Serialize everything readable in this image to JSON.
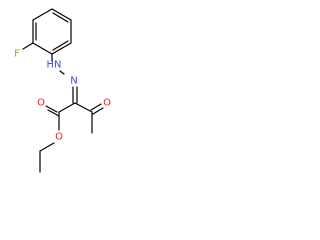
{
  "structure": {
    "atoms": {
      "fluorine": "F",
      "hydrazone_nh": "HN",
      "hydrazone_n": "N",
      "ester_carbonyl_o": "O",
      "ester_o": "O",
      "ketone_o": "O"
    },
    "colors": {
      "bond": "#000000",
      "fluorine": "#8fa638",
      "nitrogen": "#3b47e6",
      "oxygen": "#e8261e"
    }
  }
}
